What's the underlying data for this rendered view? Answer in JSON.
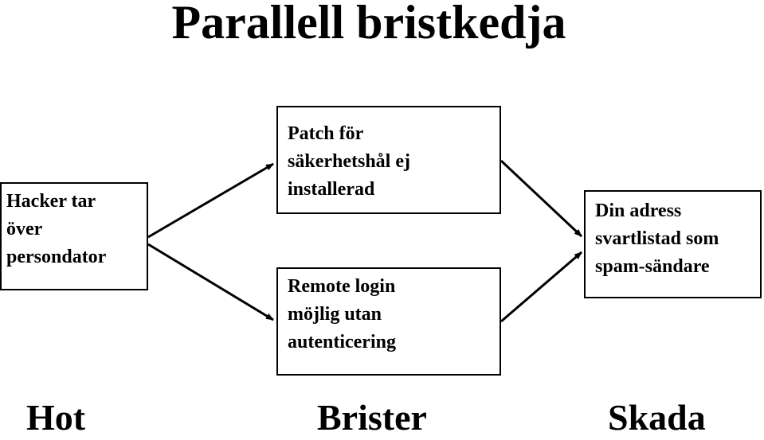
{
  "title": "Parallell bristkedja",
  "boxes": {
    "threat": {
      "lines": [
        "Hacker tar",
        "över",
        "persondator"
      ]
    },
    "flaw1": {
      "lines": [
        "Patch för",
        "säkerhetshål ej",
        "installerad"
      ]
    },
    "flaw2": {
      "lines": [
        "Remote login",
        "möjlig utan",
        "autenticering"
      ]
    },
    "damage": {
      "lines": [
        "Din adress",
        "svartlistad som",
        "spam-sändare"
      ]
    }
  },
  "footer": {
    "hot": "Hot",
    "brister": "Brister",
    "skada": "Skada"
  }
}
